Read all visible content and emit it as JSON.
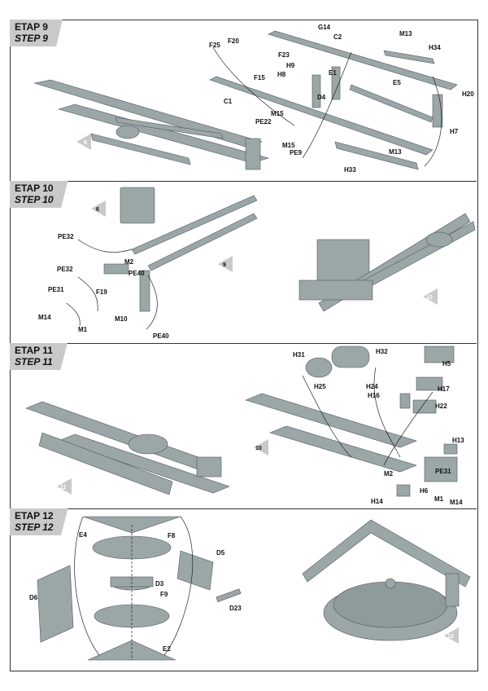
{
  "steps": [
    {
      "pl": "ETAP 9",
      "en": "STEP 9"
    },
    {
      "pl": "ETAP 10",
      "en": "STEP 10"
    },
    {
      "pl": "ETAP 11",
      "en": "STEP 11"
    },
    {
      "pl": "ETAP 12",
      "en": "STEP 12"
    }
  ],
  "callouts": {
    "s9": [
      "G14",
      "C2",
      "M13",
      "H34",
      "F25",
      "F20",
      "F23",
      "H9",
      "H8",
      "E1",
      "F15",
      "E5",
      "H20",
      "C1",
      "D4",
      "M15",
      "PE22",
      "M15",
      "PE9",
      "H7",
      "M13",
      "H33"
    ],
    "s10": [
      "PE32",
      "M2",
      "PE32",
      "PE40",
      "F19",
      "PE31",
      "M10",
      "M14",
      "M1",
      "PE40"
    ],
    "s11": [
      "H31",
      "H32",
      "H5",
      "H25",
      "H24",
      "H16",
      "H17",
      "H22",
      "H13",
      "M2",
      "PE31",
      "H6",
      "H14",
      "M1",
      "M14"
    ],
    "s12": [
      "E4",
      "F8",
      "D5",
      "D3",
      "D6",
      "F9",
      "D23",
      "E2"
    ]
  },
  "markers": {
    "s9": [
      "8"
    ],
    "s10": [
      "6",
      "9",
      "10"
    ],
    "s11": [
      "11",
      "10"
    ],
    "s12": [
      "12"
    ]
  }
}
